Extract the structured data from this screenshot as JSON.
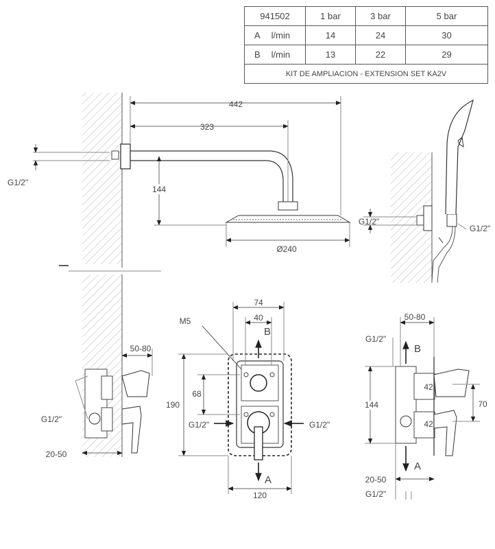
{
  "table": {
    "headers": [
      "941502",
      "1 bar",
      "3 bar",
      "5 bar"
    ],
    "rows": [
      {
        "label": "A",
        "unit": "l/min",
        "values": [
          "14",
          "24",
          "30"
        ]
      },
      {
        "label": "B",
        "unit": "l/min",
        "values": [
          "13",
          "22",
          "29"
        ]
      }
    ],
    "footer": "KIT DE AMPLIACION - EXTENSION SET KA2V"
  },
  "dims": {
    "d442": "442",
    "d323": "323",
    "d144_top": "144",
    "d240": "Ø240",
    "g12_top": "G1/2\"",
    "g12_hand_left": "G1/2\"",
    "g12_hand_right": "G1/2\"",
    "d50_80_left": "50-80",
    "g12_left": "G1/2\"",
    "d20_50_left": "20-50",
    "d74": "74",
    "d40": "40",
    "m5": "M5",
    "b_label": "B",
    "a_label": "A",
    "d190": "190",
    "d68": "68",
    "g12_front_left": "G1/2\"",
    "g12_front_right": "G1/2\"",
    "d120": "120",
    "d50_80_right": "50-80",
    "g12_right_top": "G1/2\"",
    "b_label_right": "B",
    "d144_right": "144",
    "n42_top": "42",
    "n42_bottom": "42",
    "d70": "70",
    "d20_50_right": "20-50",
    "a_label_right": "A",
    "g12_right_bottom": "G1/2\""
  }
}
